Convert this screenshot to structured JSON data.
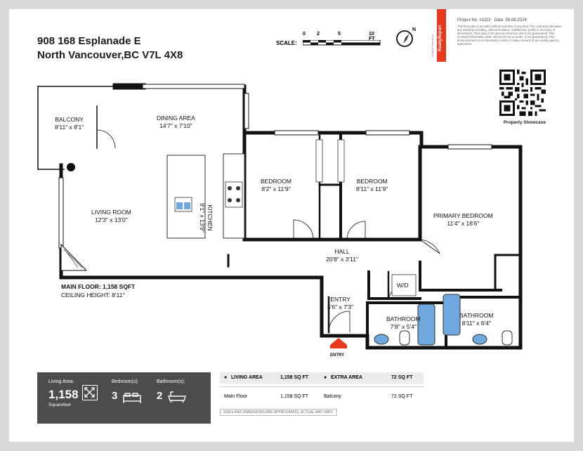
{
  "address": {
    "line1": "908 168 Esplanade E",
    "line2": "North Vancouver,BC V7L 4X8"
  },
  "scale": {
    "label": "SCALE:",
    "ticks": [
      "0",
      "2",
      "5",
      "10 FT"
    ]
  },
  "compass": {
    "north_label": "N"
  },
  "brand": {
    "vertical_text": "RealtyReport",
    "small_text": "Content Powered by"
  },
  "project": {
    "number": "Project No: #1153",
    "date": "Date: 06.08.2024"
  },
  "disclaimer": "This floor plan is provided without warranty of any kind. The contractor disclaims any warranty including, without limitation, satisfactory quality or accuracy of dimensions. Floor plan is for general reference and is not guaranteed. This enclosed information while deemed to be accurate, is not guaranteed. This announcement is not intended to solicit or induce breach of an existing agency agreement.",
  "qr_caption": "Property Showcase",
  "rooms": {
    "balcony": {
      "name": "BALCONY",
      "dims": "8'11\" x 8'1\""
    },
    "dining": {
      "name": "DINING AREA",
      "dims": "14'7\" x 7'10\""
    },
    "living": {
      "name": "LIVING ROOM",
      "dims": "12'3\" x 13'0\""
    },
    "kitchen": {
      "name": "KITCHEN",
      "dims": "9'1\" x 13'9\""
    },
    "bedroom1": {
      "name": "BEDROOM",
      "dims": "8'2\" x 11'9\""
    },
    "bedroom2": {
      "name": "BEDROOM",
      "dims": "8'11\" x 11'9\""
    },
    "primary": {
      "name": "PRIMARY BEDROOM",
      "dims": "11'4\" x 16'6\""
    },
    "hall": {
      "name": "HALL",
      "dims": "20'8\" x 3'11\""
    },
    "wd": {
      "name": "W/D"
    },
    "entry": {
      "name": "ENTRY",
      "dims": "5'6\" x 7'3\""
    },
    "bath1": {
      "name": "BATHROOM",
      "dims": "7'8\" x 5'4\""
    },
    "bath2": {
      "name": "BATHROOM",
      "dims": "8'11\" x 6'4\""
    }
  },
  "entry_marker": "ENTRY",
  "main_floor": {
    "label": "MAIN FLOOR: 1,158 SQFT",
    "ceiling": "CEILING HEIGHT: 8'11\""
  },
  "summary": {
    "living_area_label": "Living Area:",
    "living_area_value": "1,158",
    "living_area_unit": "Squarefeet",
    "bedrooms_label": "Bedroom(s):",
    "bedrooms_value": "3",
    "bathrooms_label": "Bathroom(s):",
    "bathrooms_value": "2"
  },
  "area_table": {
    "living_header": "LIVING AREA",
    "living_total": "1,158 SQ FT",
    "extra_header": "EXTRA AREA",
    "extra_total": "72 SQ FT",
    "rows": [
      {
        "name": "Main Floor",
        "value": "1,158 SQ FT"
      },
      {
        "name": "Balcony",
        "value": "72 SQ FT"
      }
    ],
    "note": "SIZES AND DIMENSIONS ARE APPROXIMATE, ACTUAL MAY VARY."
  },
  "colors": {
    "accent": "#e8391d",
    "wall": "#111111",
    "dark_panel": "#4c4c4c"
  }
}
